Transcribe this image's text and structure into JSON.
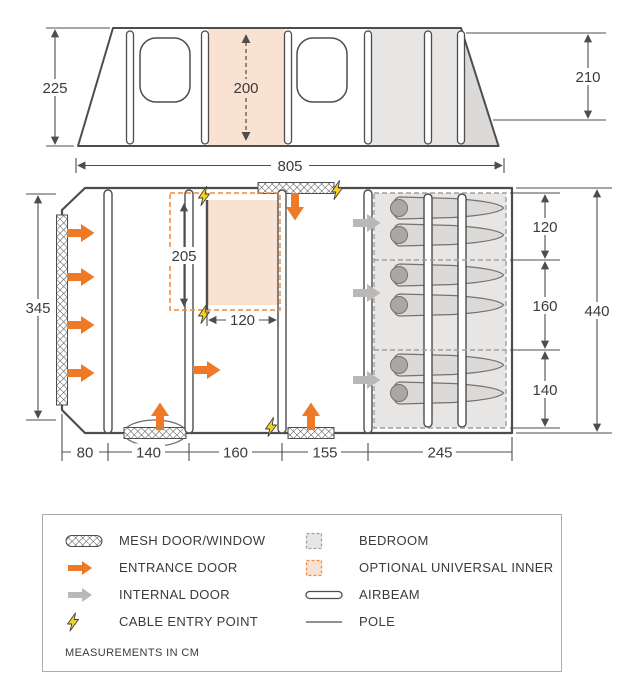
{
  "colors": {
    "outline": "#4d4d4d",
    "entrance_orange": "#ee7a28",
    "inner_peach": "#f9e2d2",
    "internal_gray": "#bab8b6",
    "bedroom_gray": "#e8e6e4",
    "cable_yellow": "#f5d323"
  },
  "side_view": {
    "dim_left": "225",
    "dim_inner": "200",
    "dim_right": "210",
    "dim_width": "805"
  },
  "floor_plan": {
    "dim_left": "345",
    "dim_inner_height": "205",
    "dim_inner_width": "120",
    "dim_right_total": "440",
    "dim_bed_1": "120",
    "dim_bed_2": "160",
    "dim_bed_3": "140",
    "dim_bottom_1": "80",
    "dim_bottom_2": "140",
    "dim_bottom_3": "160",
    "dim_bottom_4": "155",
    "dim_bottom_5": "245"
  },
  "legend": {
    "left": [
      {
        "icon": "mesh-icon",
        "label": "MESH DOOR/WINDOW"
      },
      {
        "icon": "entrance-door-icon",
        "label": "ENTRANCE DOOR"
      },
      {
        "icon": "internal-door-icon",
        "label": "INTERNAL DOOR"
      },
      {
        "icon": "cable-entry-icon",
        "label": "CABLE ENTRY POINT"
      }
    ],
    "right": [
      {
        "icon": "bedroom-icon",
        "label": "BEDROOM"
      },
      {
        "icon": "optional-inner-icon",
        "label": "OPTIONAL UNIVERSAL INNER"
      },
      {
        "icon": "airbeam-icon",
        "label": "AIRBEAM"
      },
      {
        "icon": "pole-icon",
        "label": "POLE"
      }
    ],
    "note": "MEASUREMENTS IN CM"
  }
}
